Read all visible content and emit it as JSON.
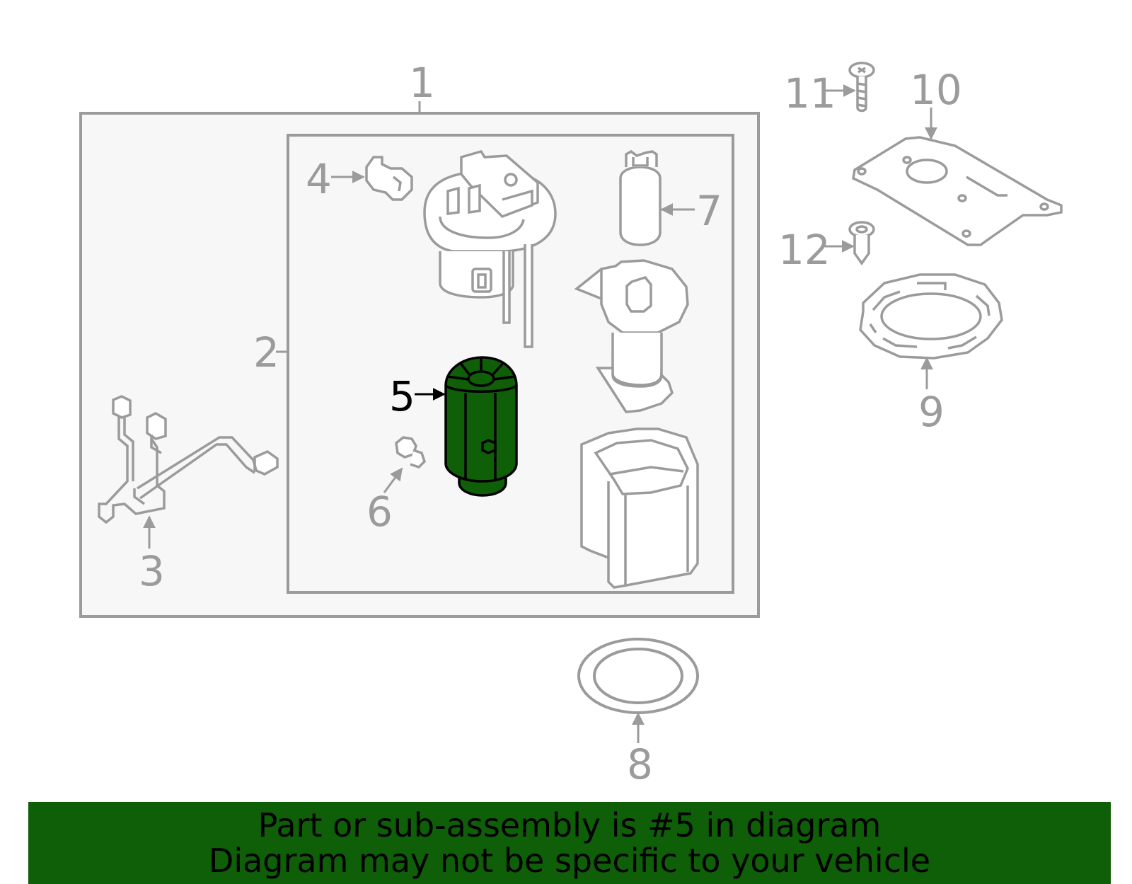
{
  "colors": {
    "outline": "#9b9b9b",
    "panel_fill": "#f7f7f7",
    "highlight": "#0f5e08",
    "highlight_outline": "#000000",
    "banner_background": "#0f5e08",
    "banner_text": "#000000"
  },
  "callouts": {
    "c1": "1",
    "c2": "2",
    "c3": "3",
    "c4": "4",
    "c5": "5",
    "c6": "6",
    "c7": "7",
    "c8": "8",
    "c9": "9",
    "c10": "10",
    "c11": "11",
    "c12": "12"
  },
  "highlighted_part": "5",
  "banner": {
    "line1": "Part or sub-assembly is #5 in diagram",
    "line2": "Diagram may not be specific to your vehicle"
  }
}
